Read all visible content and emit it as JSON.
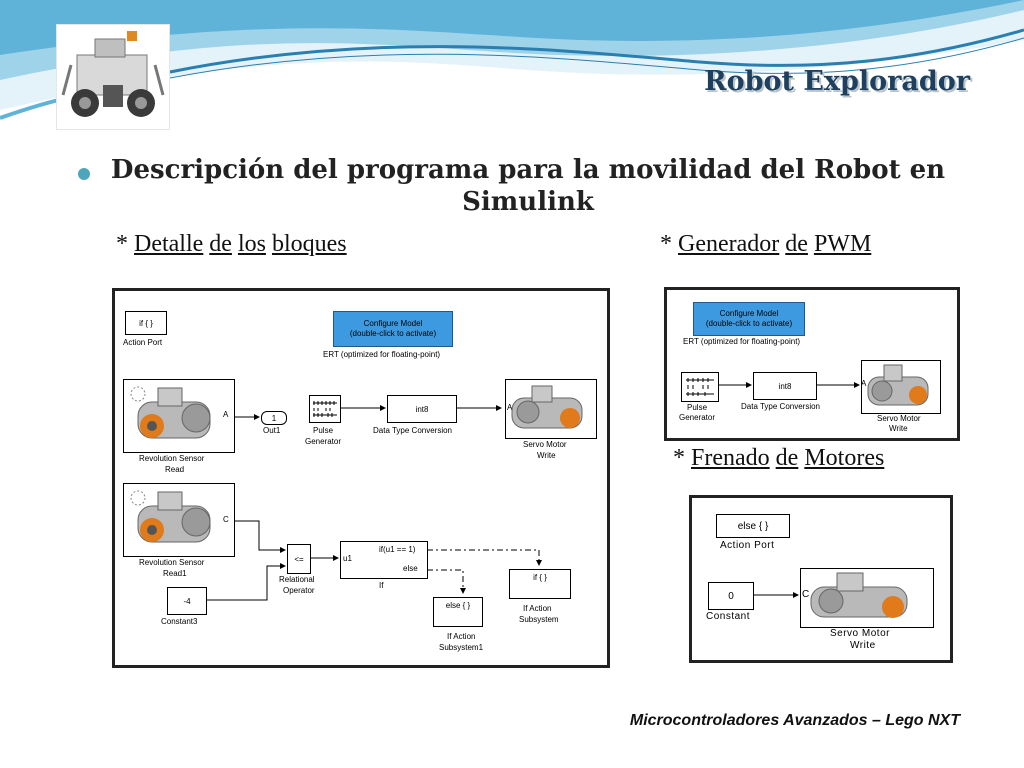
{
  "slide": {
    "title": "Robot Explorador",
    "heading_line1": "Descripción del programa para la movilidad del Robot en",
    "heading_line2": "Simulink",
    "footer": "Microcontroladores Avanzados – Lego NXT"
  },
  "subheads": {
    "left": {
      "prefix": "* ",
      "w1": "Detalle",
      "w2": "de",
      "w3": "los",
      "w4": "bloques"
    },
    "right_top": {
      "prefix": "* ",
      "w1": "Generador",
      "w2": "de",
      "w3": "PWM"
    },
    "right_bottom": {
      "prefix": "* ",
      "w1": "Frenado",
      "w2": "de",
      "w3": "Motores"
    }
  },
  "diagram_main": {
    "action_port_block": "if { }",
    "action_port_label": "Action Port",
    "config_line1": "Configure Model",
    "config_line2": "(double-click to activate)",
    "ert_label": "ERT (optimized for floating-point)",
    "rev_sensor_port": "A",
    "rev_sensor_label1": "Revolution Sensor",
    "rev_sensor_label2": "Read",
    "out1_value": "1",
    "out1_label": "Out1",
    "pulse_label1": "Pulse",
    "pulse_label2": "Generator",
    "int8": "int8",
    "dtc_label": "Data Type Conversion",
    "servo_port": "A",
    "servo_label1": "Servo Motor",
    "servo_label2": "Write",
    "rev_sensor1_port": "C",
    "rev_sensor1_label1": "Revolution Sensor",
    "rev_sensor1_label2": "Read1",
    "relop_symbol": "<=",
    "relop_label1": "Relational",
    "relop_label2": "Operator",
    "if_in": "u1",
    "if_cond": "if(u1 == 1)",
    "if_else": "else",
    "if_label": "If",
    "const_value": "-4",
    "const_label": "Constant3",
    "else_block": "else { }",
    "else_sub_label1": "If Action",
    "else_sub_label2": "Subsystem1",
    "if_block": "if { }",
    "if_sub_label1": "If Action",
    "if_sub_label2": "Subsystem"
  },
  "diagram_pwm": {
    "config_line1": "Configure Model",
    "config_line2": "(double-click to activate)",
    "ert_label": "ERT (optimized for floating-point)",
    "pulse_label1": "Pulse",
    "pulse_label2": "Generator",
    "int8": "int8",
    "dtc_label": "Data Type Conversion",
    "servo_port": "A",
    "servo_label1": "Servo Motor",
    "servo_label2": "Write"
  },
  "diagram_brake": {
    "else_block": "else { }",
    "action_port_label": "Action Port",
    "const_value": "0",
    "const_label": "Constant",
    "servo_port": "C",
    "servo_label1": "Servo Motor",
    "servo_label2": "Write"
  },
  "colors": {
    "title": "#1f3f5e",
    "banner_dark": "#2a7fb0",
    "banner_light": "#9fd3ea",
    "config_block": "#3e9ae0",
    "bullet": "#4ea6bd"
  }
}
